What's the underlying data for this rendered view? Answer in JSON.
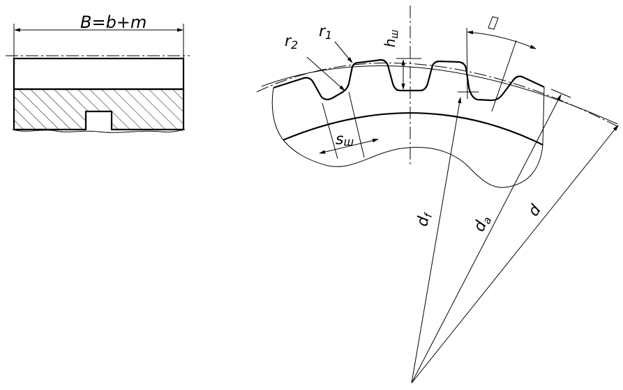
{
  "labels": {
    "width_formula": "B=b+m",
    "radius_1": "r",
    "radius_1_sub": "1",
    "radius_2": "r",
    "radius_2_sub": "2",
    "tooth_height": "h",
    "tooth_height_sub": "ш",
    "tooth_thickness": "s",
    "tooth_thickness_sub": "ш",
    "root_diameter": "d",
    "root_diameter_sub": "f",
    "tip_diameter": "d",
    "tip_diameter_sub": "a",
    "pitch_diameter": "d"
  }
}
